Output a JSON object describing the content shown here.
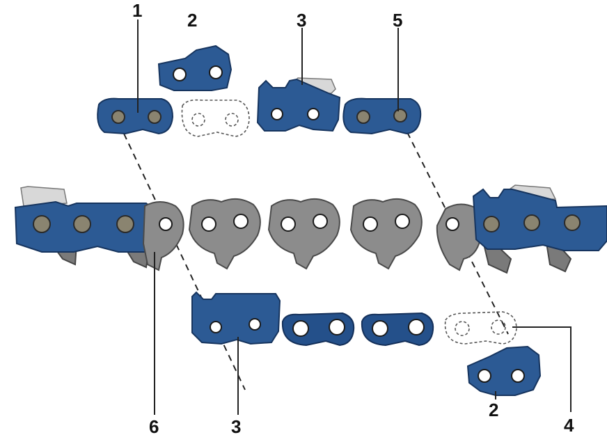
{
  "labels": {
    "l1": "1",
    "l2_top": "2",
    "l3_top": "3",
    "l5": "5",
    "l6": "6",
    "l3_bottom": "3",
    "l2_bottom": "2",
    "l4": "4"
  },
  "colors": {
    "link_blue": "#2c5a94",
    "drive_link_grey": "#8c8c8c",
    "cutter_chrome": "#d8d8d8"
  }
}
